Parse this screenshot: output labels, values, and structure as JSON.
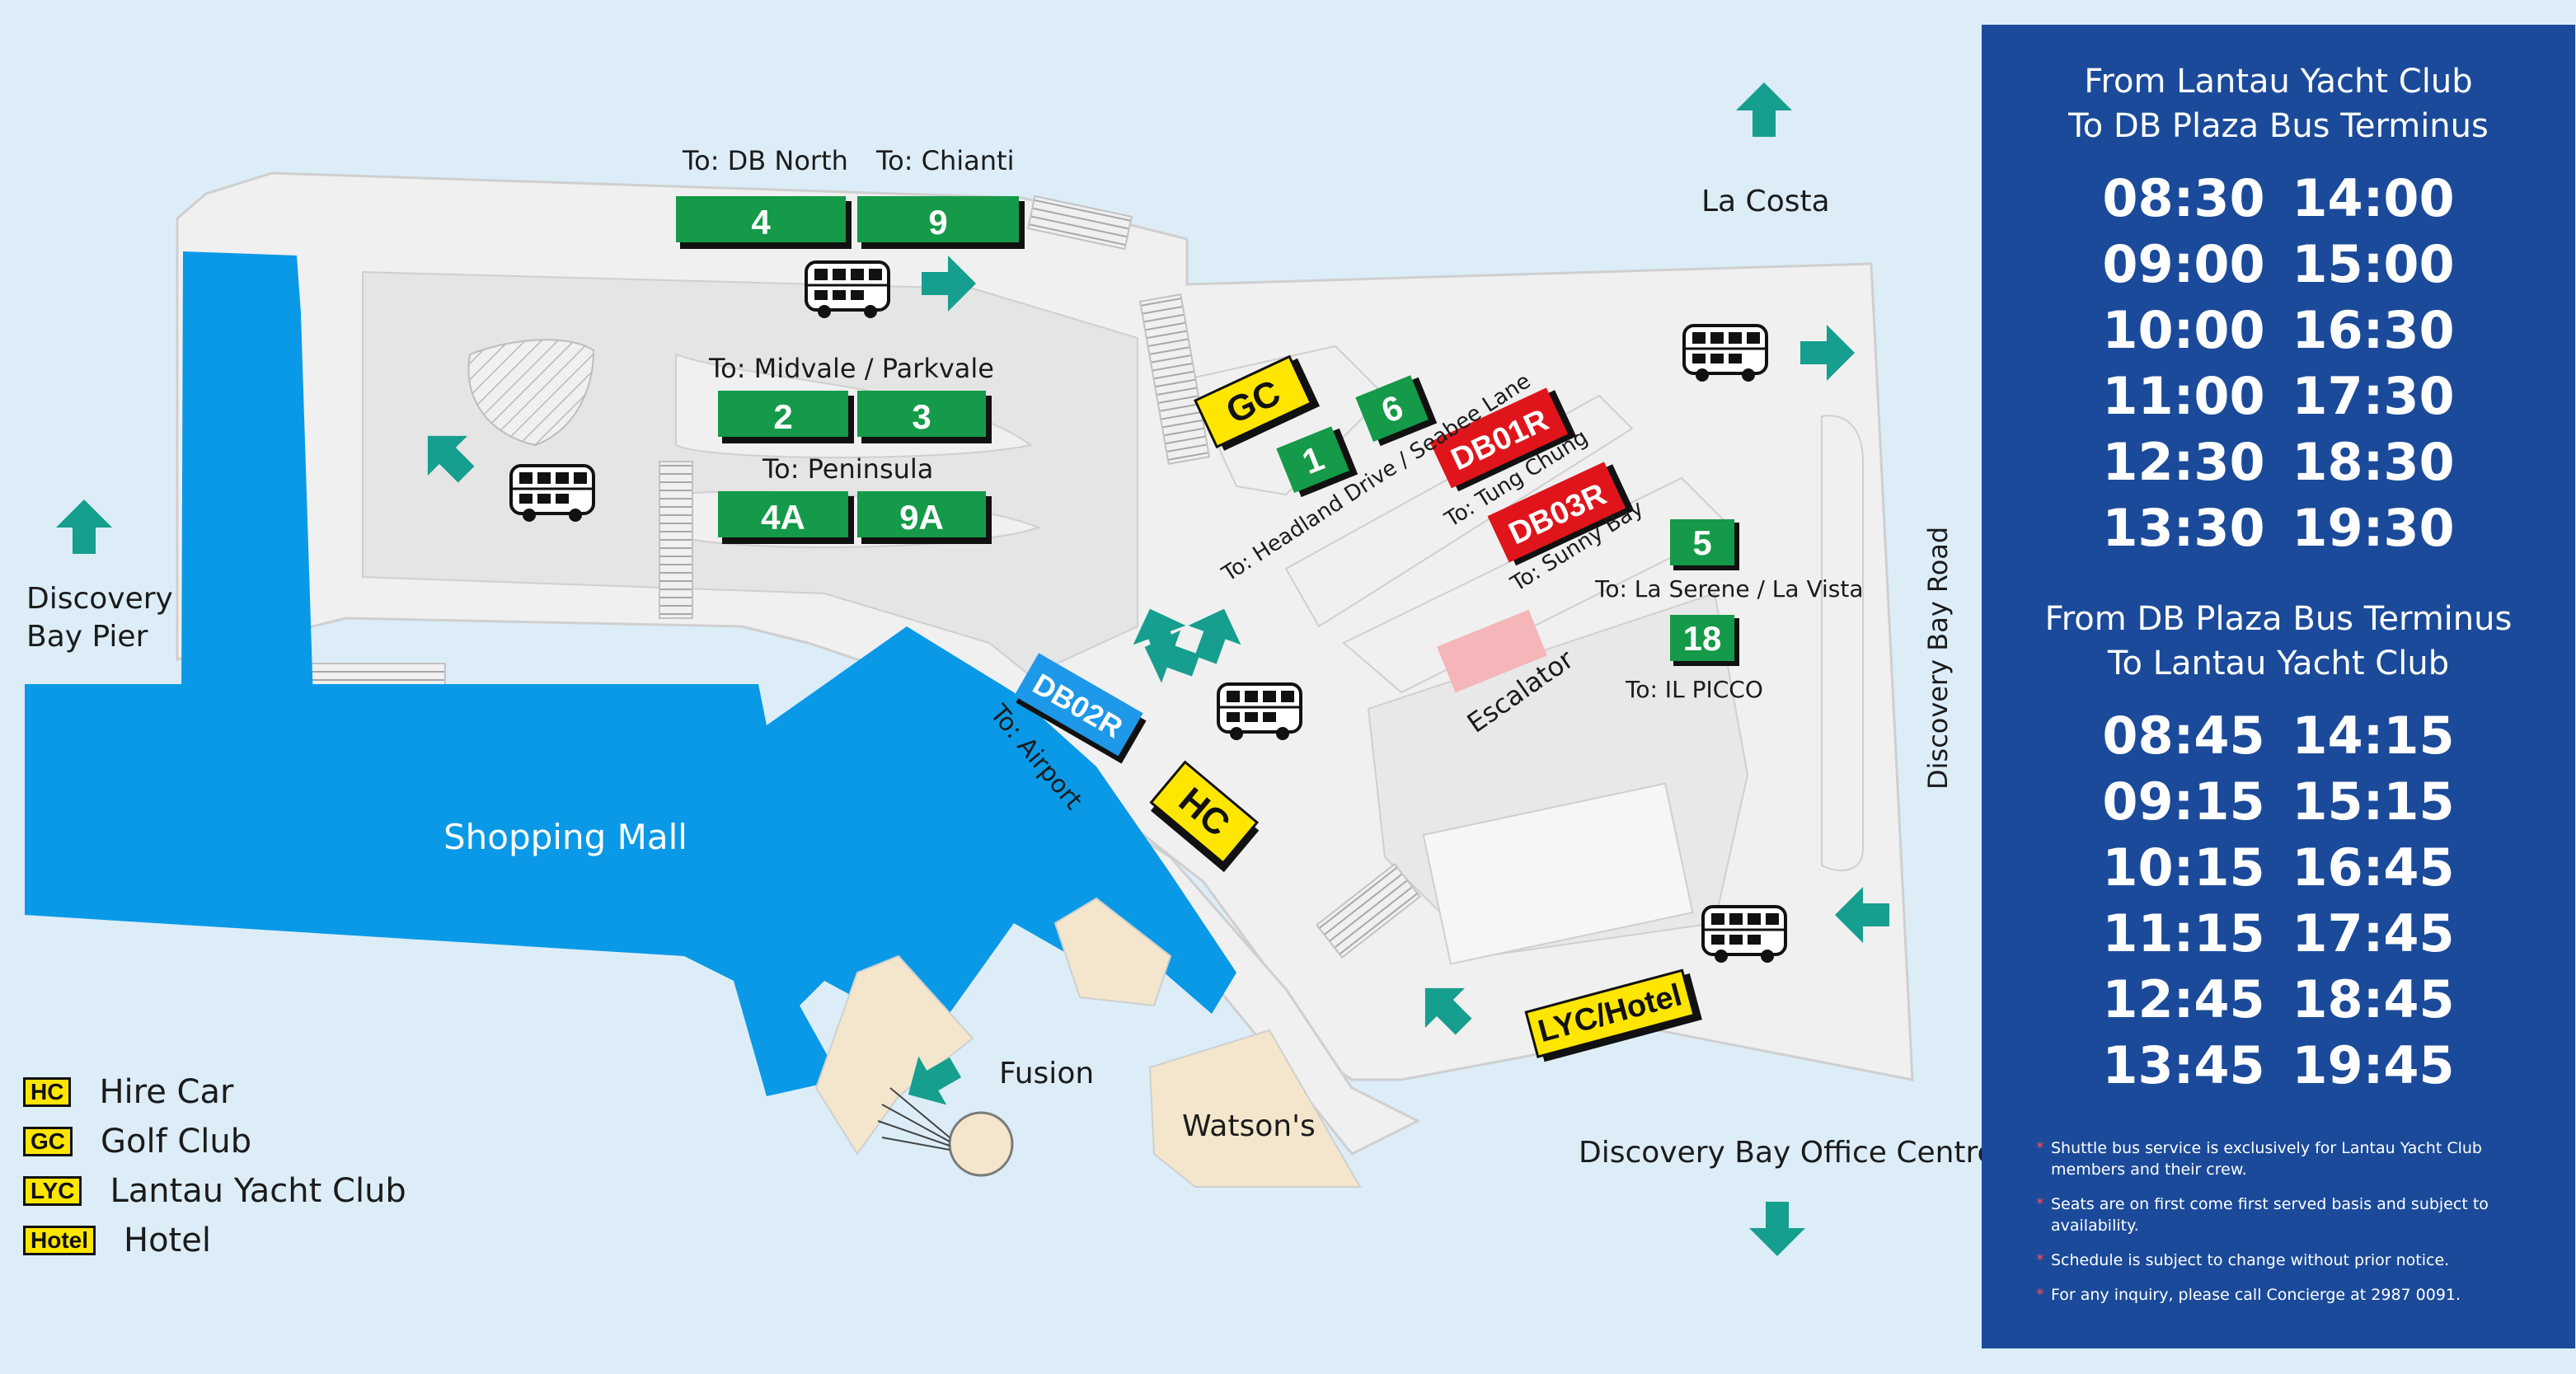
{
  "map": {
    "places": {
      "discovery_bay_pier": [
        "Discovery",
        "Bay Pier"
      ],
      "la_costa": "La Costa",
      "shopping_mall": "Shopping Mall",
      "fusion": "Fusion",
      "watsons": "Watson's",
      "office_centre": "Discovery Bay Office Centre",
      "discovery_bay_road": "Discovery Bay Road",
      "escalator": "Escalator"
    },
    "destinations": {
      "db_north": "To: DB North",
      "chianti": "To: Chianti",
      "midvale_parkvale": "To: Midvale / Parkvale",
      "peninsula": "To: Peninsula",
      "headland_seabee": "To: Headland Drive / Seabee Lane",
      "tung_chung": "To: Tung Chung",
      "sunny_bay": "To: Sunny Bay",
      "la_serene_la_vista": "To: La Serene / La Vista",
      "il_picco": "To: IL PICCO",
      "airport": "To: Airport"
    },
    "routes": {
      "r4": "4",
      "r9": "9",
      "r2": "2",
      "r3": "3",
      "r4a": "4A",
      "r9a": "9A",
      "r1": "1",
      "r6": "6",
      "r5": "5",
      "r18": "18",
      "db01r": "DB01R",
      "db03r": "DB03R",
      "db02r": "DB02R",
      "gc": "GC",
      "hc": "HC",
      "lyc_hotel": "LYC/Hotel"
    },
    "colors": {
      "water": "#dcedf8",
      "road": "#f0f0f0",
      "building": "#0a99e6",
      "sand": "#f3e6cc",
      "route_green": "#149a48",
      "route_red": "#e0151c",
      "route_blue": "#1e98e8",
      "route_yellow": "#ffe600",
      "arrow_teal": "#169e8e",
      "escalator_pink": "#f4b6b8"
    }
  },
  "legend": [
    {
      "badge": "HC",
      "label": "Hire Car"
    },
    {
      "badge": "GC",
      "label": "Golf Club"
    },
    {
      "badge": "LYC",
      "label": "Lantau Yacht Club"
    },
    {
      "badge": "Hotel",
      "label": "Hotel"
    }
  ],
  "schedule": {
    "section1_title": [
      "From Lantau Yacht Club",
      "To DB Plaza Bus Terminus"
    ],
    "section1_times": [
      "08:30",
      "14:00",
      "09:00",
      "15:00",
      "10:00",
      "16:30",
      "11:00",
      "17:30",
      "12:30",
      "18:30",
      "13:30",
      "19:30"
    ],
    "section2_title": [
      "From DB Plaza Bus Terminus",
      "To Lantau Yacht Club"
    ],
    "section2_times": [
      "08:45",
      "14:15",
      "09:15",
      "15:15",
      "10:15",
      "16:45",
      "11:15",
      "17:45",
      "12:45",
      "18:45",
      "13:45",
      "19:45"
    ],
    "notes": [
      "Shuttle bus service is exclusively for Lantau Yacht Club members and their crew.",
      "Seats are on first come first served basis and subject to availability.",
      "Schedule is subject to change without prior notice.",
      "For any inquiry, please call Concierge at 2987 0091."
    ],
    "colors": {
      "panel_bg": "#1b4a9a",
      "note_star": "#ff4a4a"
    }
  }
}
